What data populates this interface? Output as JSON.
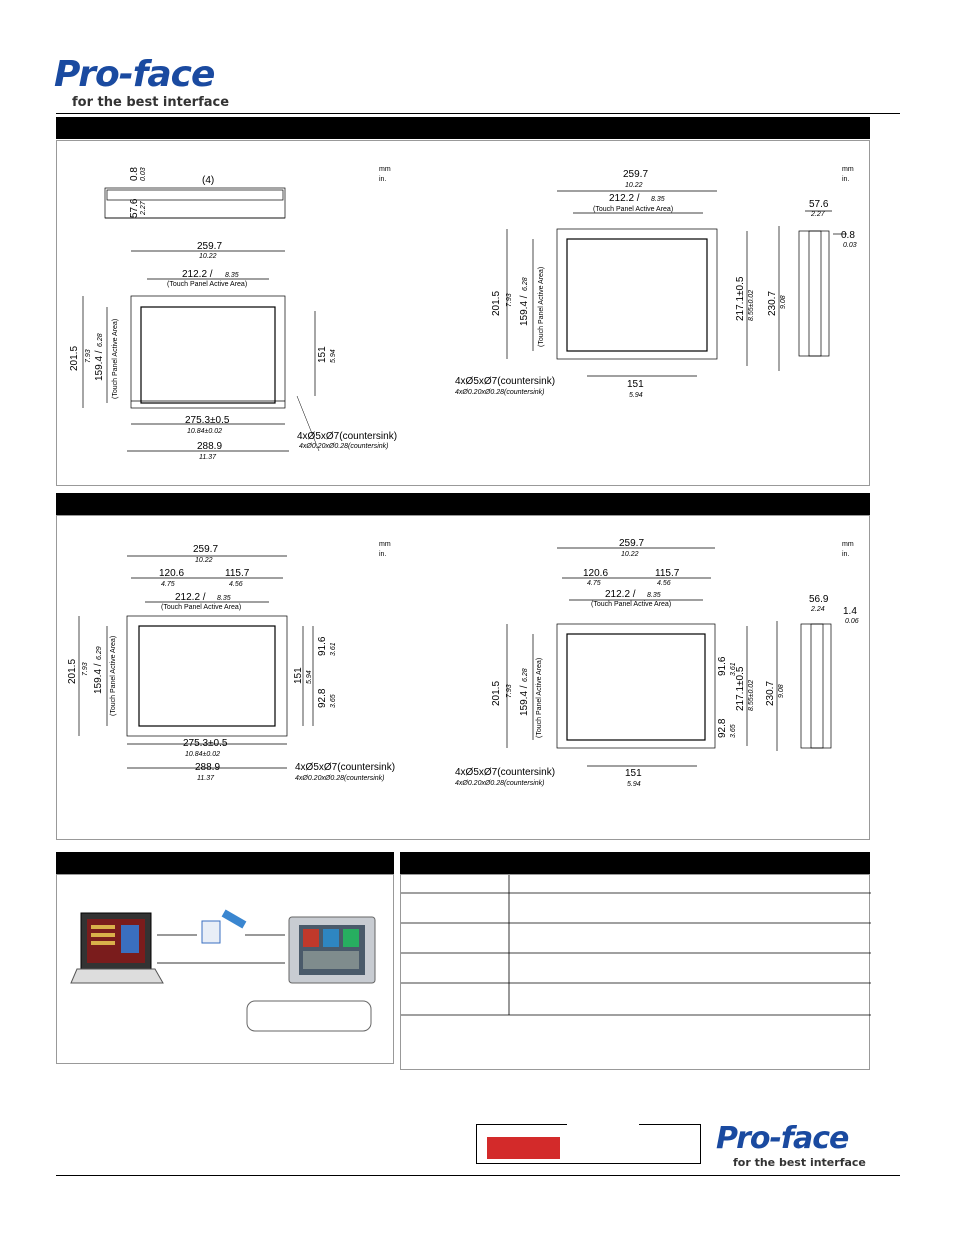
{
  "header": {
    "logo_main": "Pro-face",
    "logo_sub": "for the best interface"
  },
  "footer": {
    "logo_main": "Pro-face",
    "logo_sub": "for the best interface"
  },
  "units": {
    "mm": "mm",
    "in": "in."
  },
  "drawings": {
    "label_4": "(4)",
    "w_mm": "259.7",
    "w_in": "10.22",
    "touch_mm": "212.2 /",
    "touch_in": "8.35",
    "touch_label": "(Touch Panel Active Area)",
    "h_mm": "201.5",
    "h_in": "7.93",
    "th_mm": "159.4 /",
    "th_in": "6.28",
    "th_in_b": "6.29",
    "th_label": "(Touch Panel Active Area)",
    "hole_h_mm": "151",
    "hole_h_in": "5.94",
    "cut_w_mm": "275.3±0.5",
    "cut_w_in": "10.84±0.02",
    "outer_w_mm": "288.9",
    "outer_w_in": "11.37",
    "screw_mm": "4xØ5xØ7(countersink)",
    "screw_in": "4xØ0.20xØ0.28(countersink)",
    "cut_h_mm": "217.1±0.5",
    "cut_h_in": "8.55±0.02",
    "outer_h_mm": "230.7",
    "outer_h_in": "9.08",
    "depth_mm": "57.6",
    "depth_in": "2.27",
    "thick_mm": "0.8",
    "thick_in": "0.03",
    "left_mm": "120.6",
    "left_in": "4.75",
    "right_mm": "115.7",
    "right_in": "4.56",
    "upper_mm": "91.6",
    "upper_in": "3.61",
    "lower_mm": "92.8",
    "lower_in": "3.65",
    "depth2_mm": "56.9",
    "depth2_in": "2.24",
    "thick2_mm": "1.4",
    "thick2_in": "0.06"
  }
}
